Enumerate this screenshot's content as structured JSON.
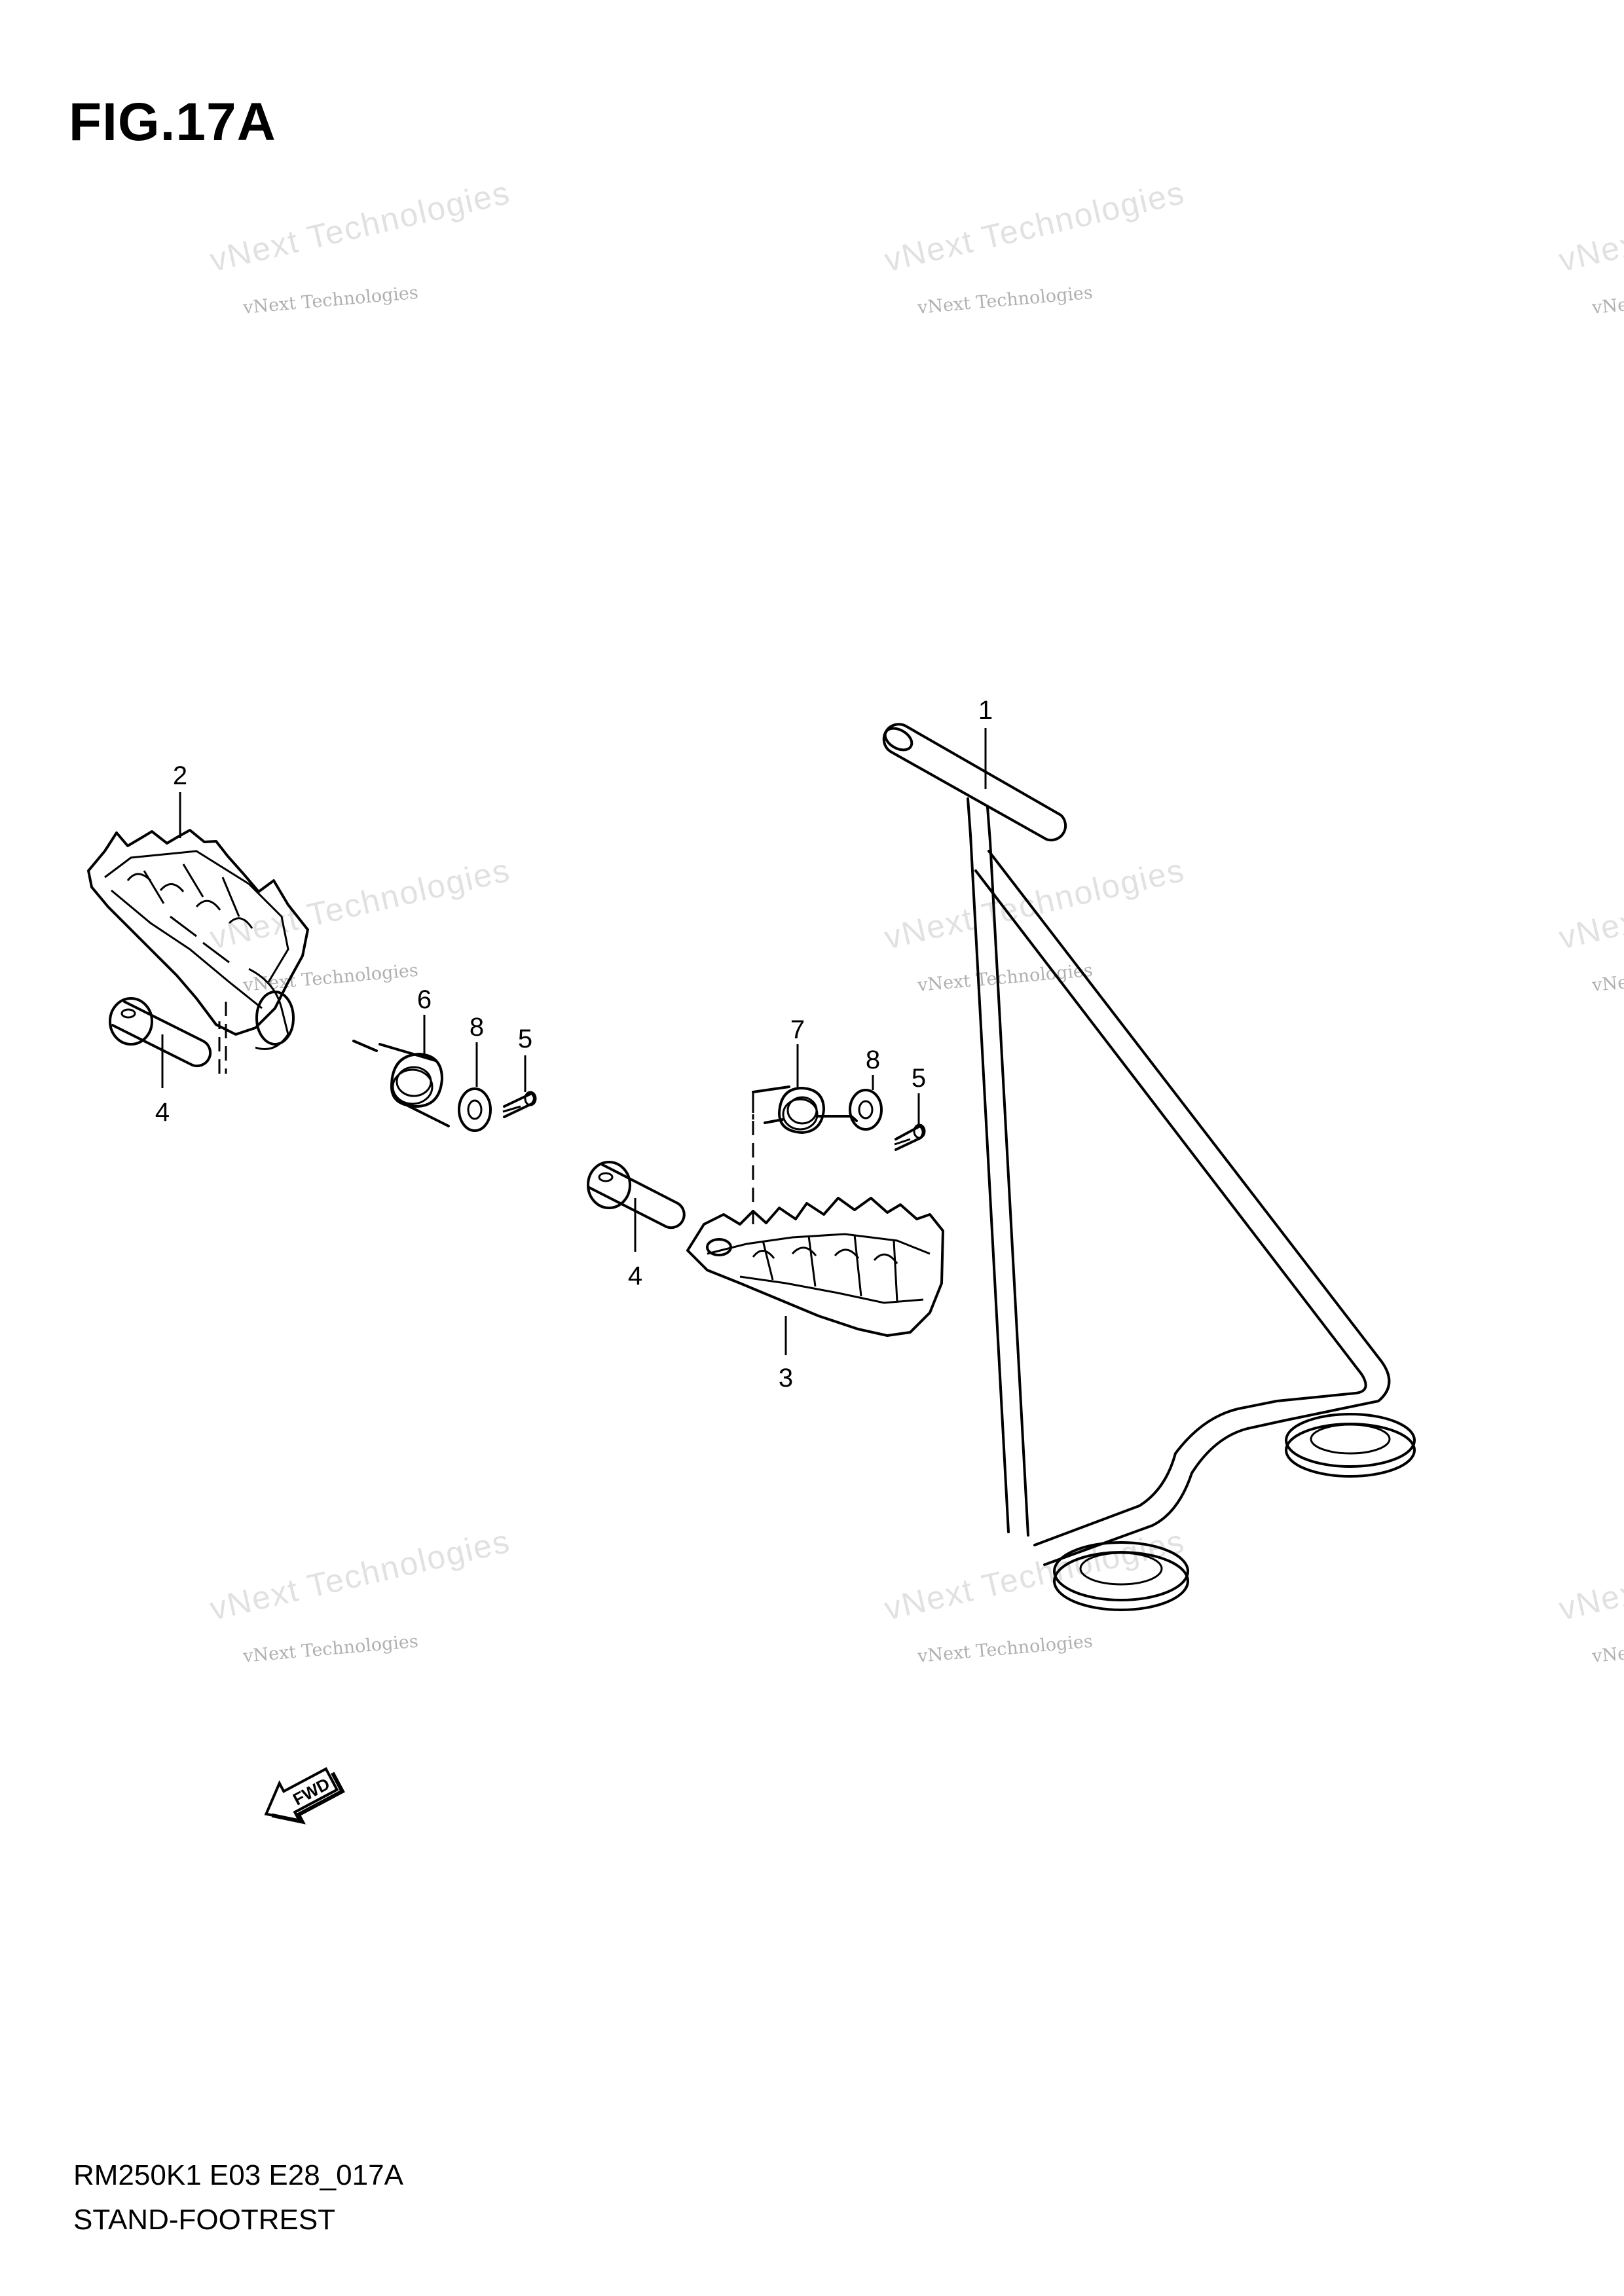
{
  "figure": {
    "title": "FIG.17A",
    "model_code": "RM250K1 E03 E28_017A",
    "section_name": "STAND-FOOTREST"
  },
  "watermark": {
    "small_text": "vNext Technologies",
    "large_text": "vNext Technologies"
  },
  "callouts": [
    "1",
    "2",
    "3",
    "4",
    "4",
    "5",
    "5",
    "6",
    "7",
    "8",
    "8"
  ],
  "parts": {
    "stand": "1",
    "footrest_left": "2",
    "footrest_right": "3",
    "pin": "4",
    "cotter_pin": "5",
    "spring_left": "6",
    "spring_right": "7",
    "washer": "8"
  },
  "fwd_label": "FWD"
}
